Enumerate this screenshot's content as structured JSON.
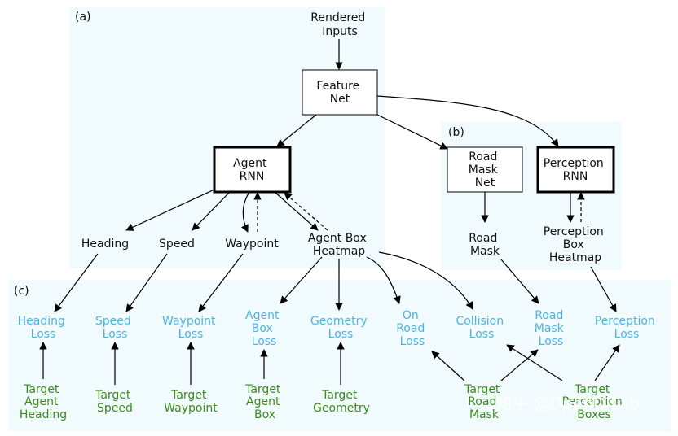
{
  "panels": {
    "a": "(a)",
    "b": "(b)",
    "c": "(c)"
  },
  "nodes": {
    "rendered_inputs": [
      "Rendered",
      "Inputs"
    ],
    "feature_net": [
      "Feature",
      "Net"
    ],
    "agent_rnn": [
      "Agent",
      "RNN"
    ],
    "road_mask_net": [
      "Road",
      "Mask",
      "Net"
    ],
    "perception_rnn": [
      "Perception",
      "RNN"
    ],
    "heading": [
      "Heading"
    ],
    "speed": [
      "Speed"
    ],
    "waypoint": [
      "Waypoint"
    ],
    "agent_box_heatmap": [
      "Agent Box",
      "Heatmap"
    ],
    "road_mask": [
      "Road",
      "Mask"
    ],
    "perception_box_heatmap": [
      "Perception",
      "Box",
      "Heatmap"
    ]
  },
  "losses": {
    "heading_loss": [
      "Heading",
      "Loss"
    ],
    "speed_loss": [
      "Speed",
      "Loss"
    ],
    "waypoint_loss": [
      "Waypoint",
      "Loss"
    ],
    "agent_box_loss": [
      "Agent",
      "Box",
      "Loss"
    ],
    "geometry_loss": [
      "Geometry",
      "Loss"
    ],
    "on_road_loss": [
      "On",
      "Road",
      "Loss"
    ],
    "collision_loss": [
      "Collision",
      "Loss"
    ],
    "road_mask_loss": [
      "Road",
      "Mask",
      "Loss"
    ],
    "perception_loss": [
      "Perception",
      "Loss"
    ]
  },
  "targets": {
    "target_agent_heading": [
      "Target",
      "Agent",
      "Heading"
    ],
    "target_speed": [
      "Target",
      "Speed"
    ],
    "target_waypoint": [
      "Target",
      "Waypoint"
    ],
    "target_agent_box": [
      "Target",
      "Agent",
      "Box"
    ],
    "target_geometry": [
      "Target",
      "Geometry"
    ],
    "target_road_mask": [
      "Target",
      "Road",
      "Mask"
    ],
    "target_perception_boxes": [
      "Target",
      "Perception",
      "Boxes"
    ]
  },
  "watermark": "知乎 @OpenDILab",
  "colors": {
    "panel_bg": "#f1fafd",
    "loss": "#4fb3e0",
    "target": "#3d8a1f"
  }
}
